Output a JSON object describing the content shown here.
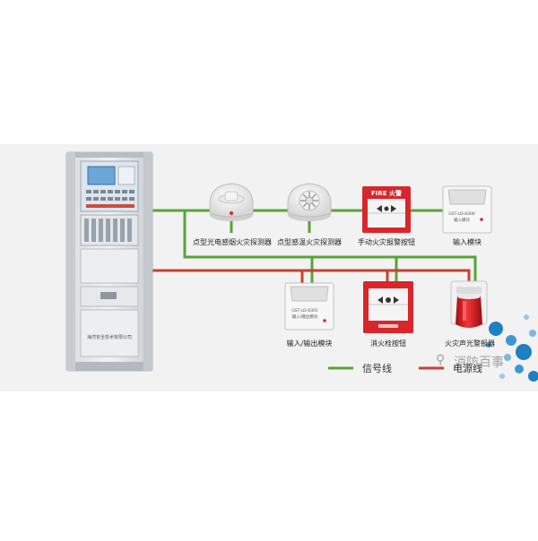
{
  "devices": {
    "smoke_detector": "点型光电感烟火灾探测器",
    "heat_detector": "点型感温火灾探测器",
    "manual_call_point": "手动火灾报警按钮",
    "input_module": "输入模块",
    "io_module": "输入/输出模块",
    "hydrant_button": "消火栓按钮",
    "sound_light_alarm": "火灾声光警报器"
  },
  "device_text": {
    "call_point_fire": "FIRE 火警",
    "io_module_code": "GST-LD-8301",
    "input_module_code": "GST-LD-8300",
    "io_module_name": "输入/输出模块",
    "input_module_name": "输入模块"
  },
  "cabinet": {
    "manufacturer": "海湾安全技术有限公司"
  },
  "legend": {
    "signal_line": "信号线",
    "power_line": "电源线"
  },
  "watermark": "消防百事",
  "colors": {
    "signal": "#5aa33a",
    "power": "#c8422e",
    "band": "#f2f2f2",
    "alarm_red": "#d8262c"
  }
}
